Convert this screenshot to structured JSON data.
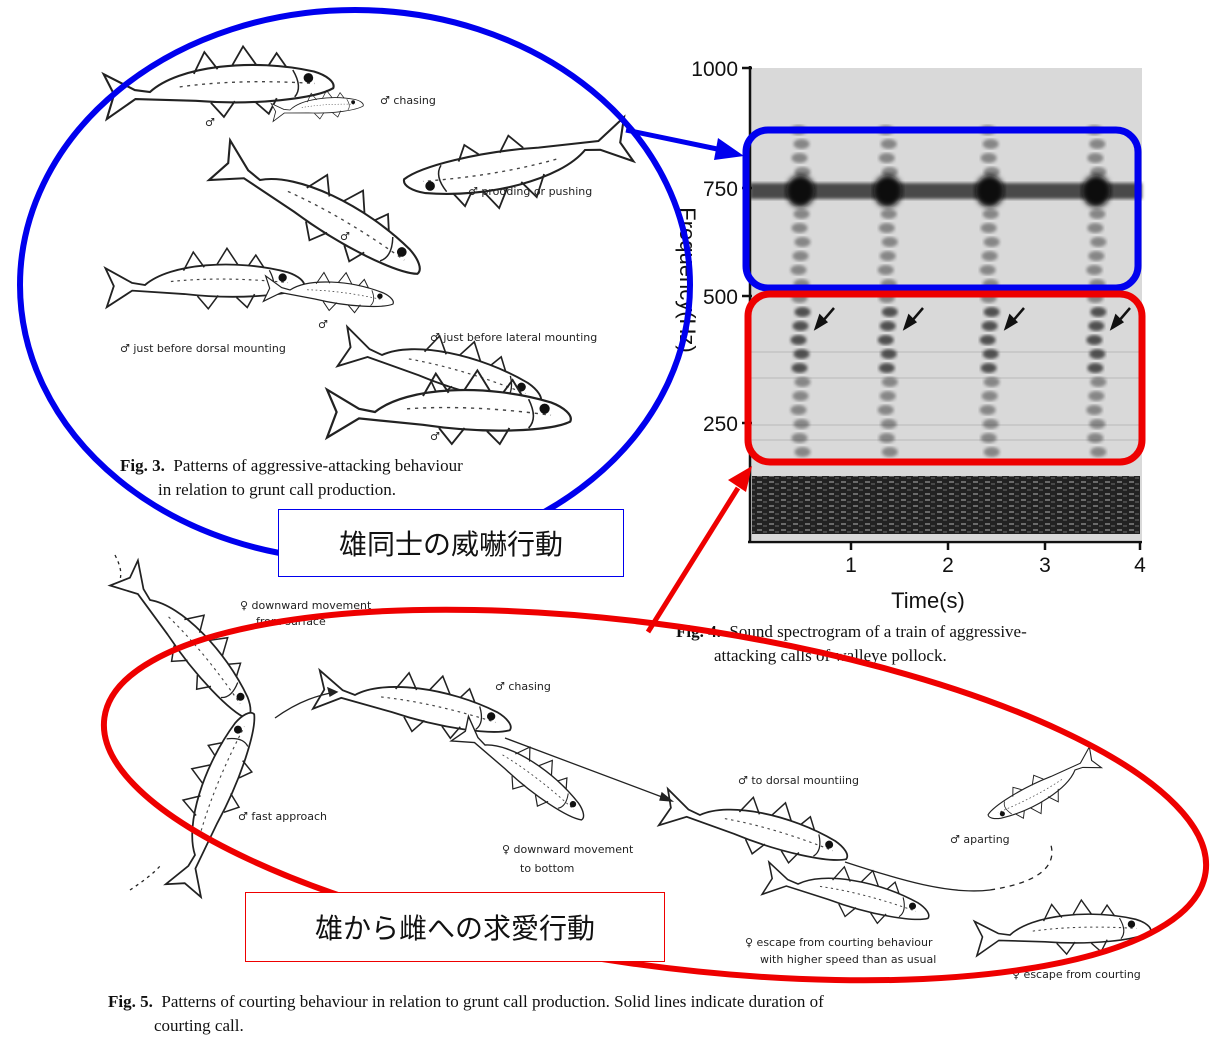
{
  "fig3": {
    "labels": [
      "♂ chasing",
      "♂",
      "♂ prodding or pushing",
      "♂",
      "♂ just before dorsal mounting",
      "♂",
      "♂ just before lateral mounting",
      "♂"
    ],
    "caption_num": "Fig. 3.",
    "caption_line1": "Patterns of aggressive-attacking behaviour",
    "caption_line2": "in relation to grunt call production."
  },
  "fig4": {
    "caption_num": "Fig. 4.",
    "caption_line1": "Sound spectrogram of a train of aggressive-",
    "caption_line2": "attacking calls of walleye pollock."
  },
  "fig5": {
    "labels": {
      "female_down": "♀ downward movement",
      "female_down2": "from surface",
      "male_chasing": "♂ chasing",
      "male_fast": "♂ fast approach",
      "female_bottom1": "♀ downward movement",
      "female_bottom2": "to bottom",
      "male_dorsal": "♂ to dorsal mountiing",
      "male_aparting": "♂ aparting",
      "female_escape1": "♀ escape from courting behaviour",
      "female_escape2": "with higher speed than as usual",
      "female_escape3": "♀ escape from courting"
    },
    "caption_num": "Fig. 5.",
    "caption_line1": "Patterns of courting behaviour in relation to grunt call production. Solid lines indicate duration of",
    "caption_line2": "courting call."
  },
  "annotations": {
    "blue_box": "雄同士の威嚇行動",
    "red_box": "雄から雌への求愛行動",
    "blue_color": "#0000ee",
    "red_color": "#ee0000"
  },
  "chart_data": {
    "type": "spectrogram",
    "xlabel": "Time(s)",
    "ylabel": "Frequency(Hz)",
    "x_ticks": [
      "1",
      "2",
      "3",
      "4"
    ],
    "y_ticks": [
      "1000",
      "750",
      "500",
      "250"
    ],
    "xlim": [
      0,
      4
    ],
    "ylim": [
      0,
      1000
    ],
    "calls_time_s": [
      0.5,
      1.4,
      2.45,
      3.55
    ],
    "dominant_band_hz": 750
  }
}
